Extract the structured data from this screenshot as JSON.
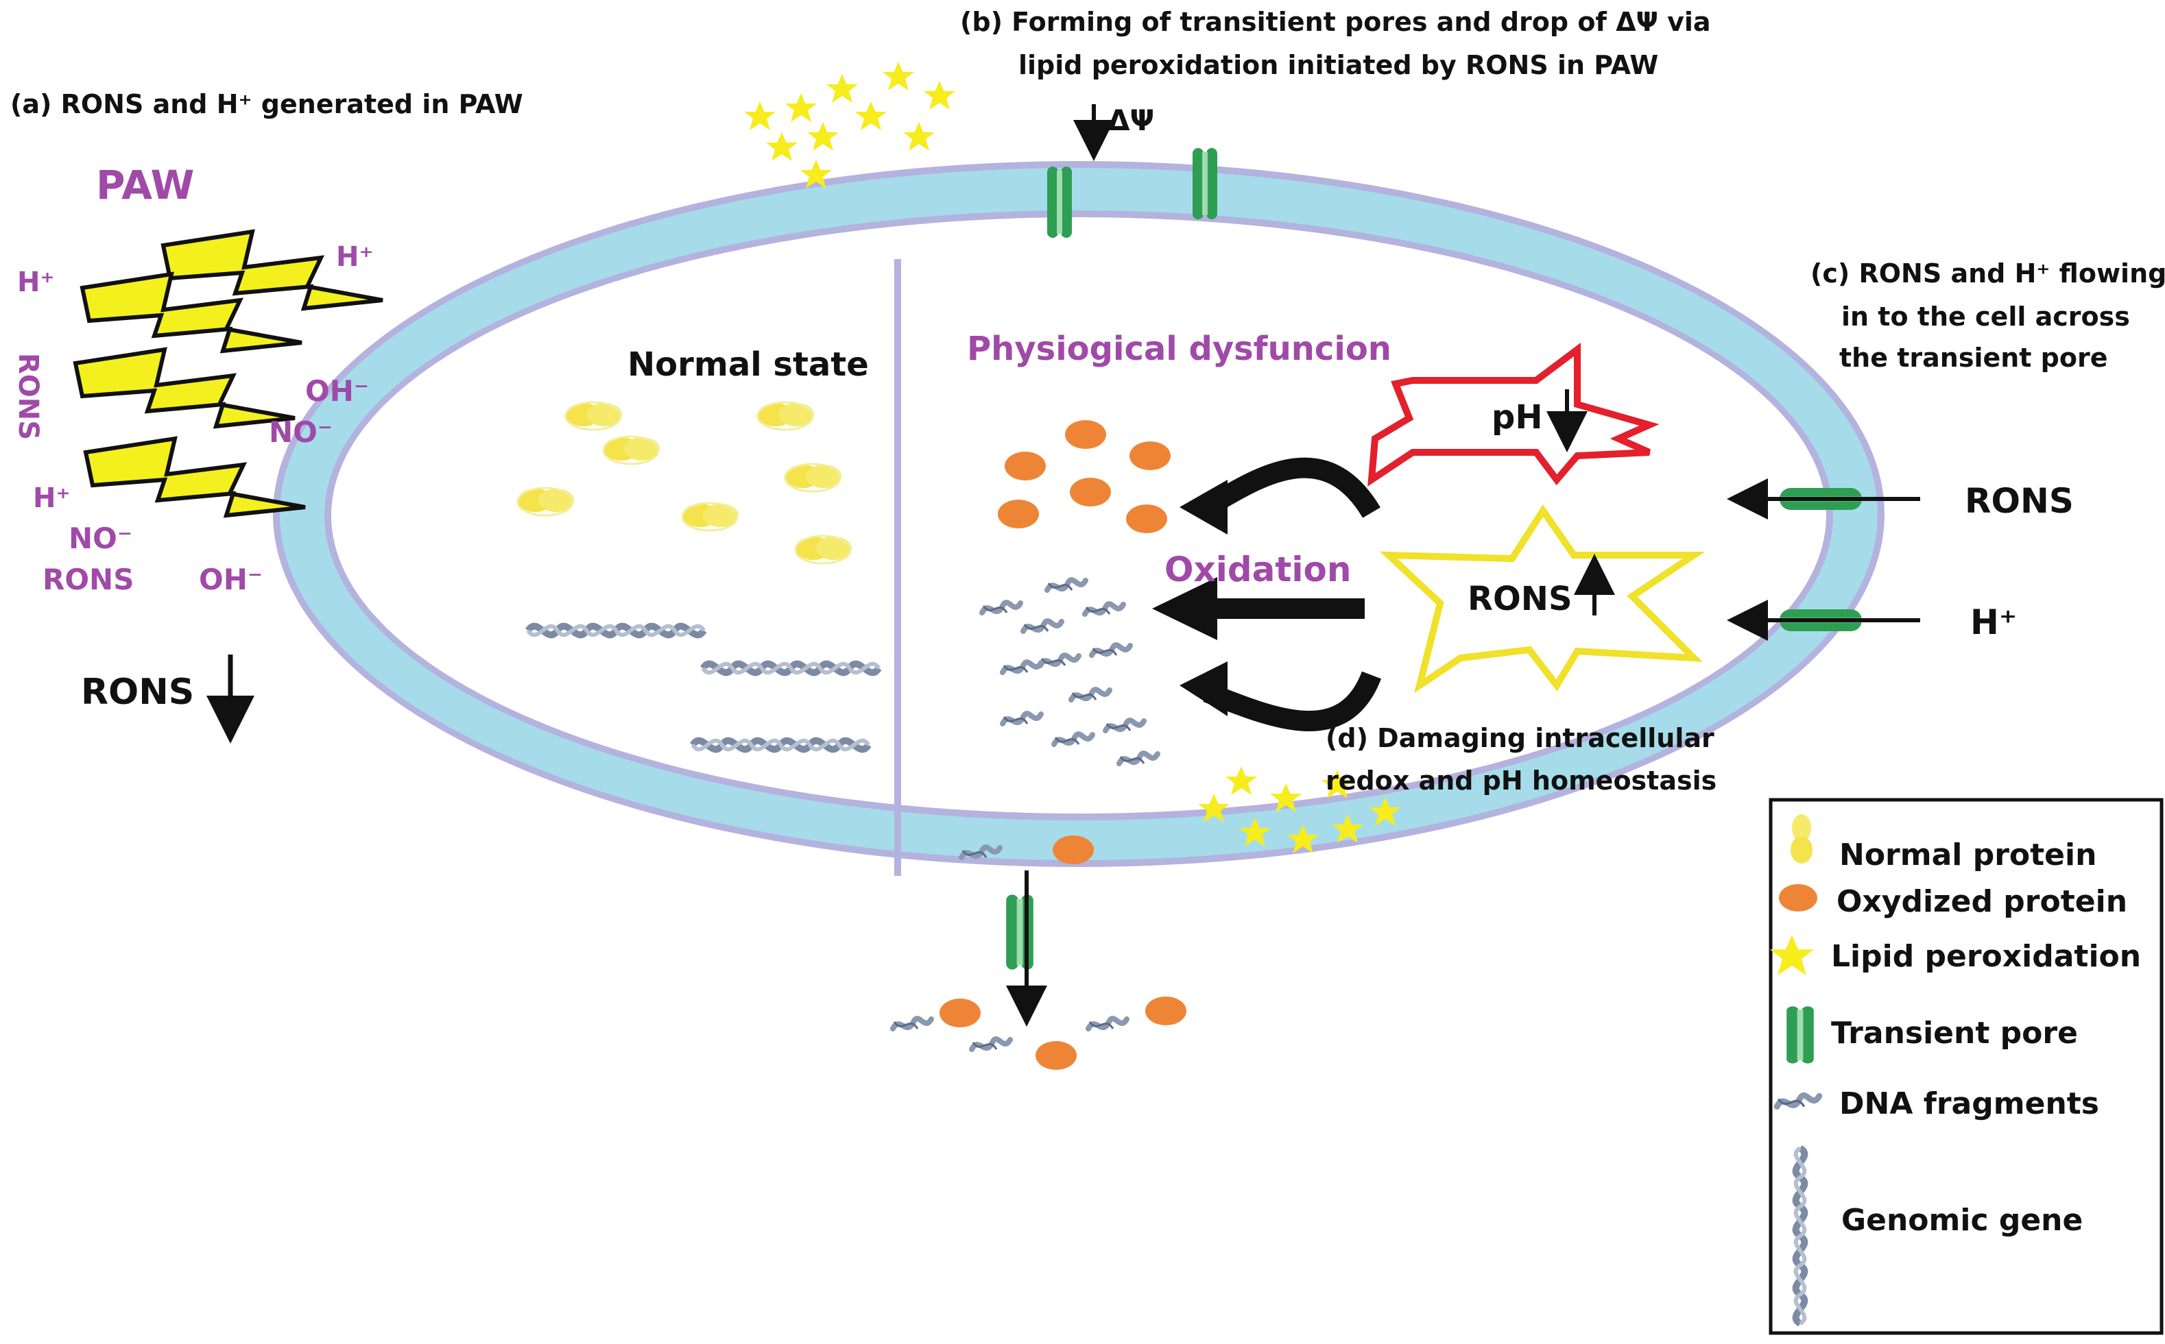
{
  "annotations": {
    "a_title": "(a) RONS and H⁺ generated in PAW",
    "b_title_line1": "(b) Forming of transitient pores and drop of ΔΨ via",
    "b_title_line2": "lipid peroxidation initiated by RONS in PAW",
    "delta_psi": "ΔΨ",
    "c_title_line1": "(c) RONS and H⁺ flowing",
    "c_title_line2": "in to the cell  across",
    "c_title_line3": "the transient pore",
    "d_title_line1": "(d) Damaging intracellular",
    "d_title_line2": "redox and pH homeostasis"
  },
  "paw": {
    "title": "PAW",
    "ions": {
      "h_plus_1": "H⁺",
      "h_plus_2": "H⁺",
      "h_plus_3": "H⁺",
      "oh_1": "OH⁻",
      "no_1": "NO⁻",
      "no_2": "NO⁻",
      "oh_2": "OH⁻",
      "rons_vertical": "RONS",
      "rons_bottom": "RONS"
    },
    "rons_down": "RONS"
  },
  "cell": {
    "normal_state": "Normal state",
    "dysfunction": "Physiogical dysfuncion",
    "oxidation": "Oxidation",
    "ph_label": "pH",
    "rons_up": "RONS",
    "influx_rons": "RONS",
    "influx_h": "H⁺"
  },
  "legend": {
    "items": [
      {
        "label": "Normal protein",
        "icon": "normal-protein-icon"
      },
      {
        "label": "Oxydized protein",
        "icon": "oxidized-protein-icon"
      },
      {
        "label": "Lipid peroxidation",
        "icon": "star-icon"
      },
      {
        "label": "Transient pore",
        "icon": "pore-icon"
      },
      {
        "label": "DNA fragments",
        "icon": "dna-fragment-icon"
      },
      {
        "label": "Genomic gene",
        "icon": "dna-helix-icon"
      }
    ]
  },
  "colors": {
    "membrane": "#a6dcea",
    "membrane_edge": "#b4b2de",
    "pore": "#2e9e53",
    "lightning": "#f3f01e",
    "normal_protein": "#f4e34a",
    "oxidized_protein": "#ee8536",
    "star": "#f7ec1c",
    "dna": "#8a98b0",
    "ph_star": "#e3202b",
    "rons_star": "#f0e12a",
    "purple_text": "#a04aa8"
  }
}
